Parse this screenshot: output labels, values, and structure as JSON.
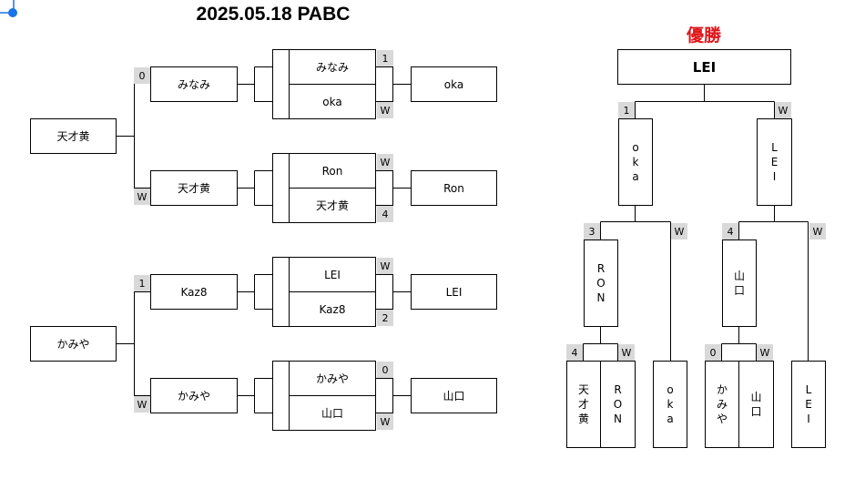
{
  "title": "2025.05.18 PABC",
  "champion_label": "優勝",
  "left_bracket": {
    "group1": {
      "seed": "天才黄",
      "upper": {
        "score": "0",
        "player": "みなみ"
      },
      "lower": {
        "score": "W",
        "player": "天才黄"
      },
      "match_a": {
        "top": "みなみ",
        "top_score": "1",
        "bottom": "oka",
        "bottom_score": "W",
        "winner": "oka"
      },
      "match_b": {
        "top": "Ron",
        "top_score": "W",
        "bottom": "天才黄",
        "bottom_score": "4",
        "winner": "Ron"
      }
    },
    "group2": {
      "seed": "かみや",
      "upper": {
        "score": "1",
        "player": "Kaz8"
      },
      "lower": {
        "score": "W",
        "player": "かみや"
      },
      "match_a": {
        "top": "LEI",
        "top_score": "W",
        "bottom": "Kaz8",
        "bottom_score": "2",
        "winner": "LEI"
      },
      "match_b": {
        "top": "かみや",
        "top_score": "0",
        "bottom": "山口",
        "bottom_score": "W",
        "winner": "山口"
      }
    }
  },
  "right_bracket": {
    "champion": "LEI",
    "final": {
      "left_score": "1",
      "left": "oka",
      "right_score": "W",
      "right": "LEI"
    },
    "semi_left": {
      "left_score": "3",
      "left": "RON",
      "right_score": "W",
      "right": "oka"
    },
    "semi_right": {
      "left_score": "4",
      "left": "山口",
      "right_score": "W",
      "right": "LEI"
    },
    "qf_left": {
      "left_score": "4",
      "left": "天才黄",
      "right_score": "W",
      "right": "RON"
    },
    "qf_right": {
      "left_score": "0",
      "left": "かみや",
      "right_score": "W",
      "right": "山口"
    }
  }
}
